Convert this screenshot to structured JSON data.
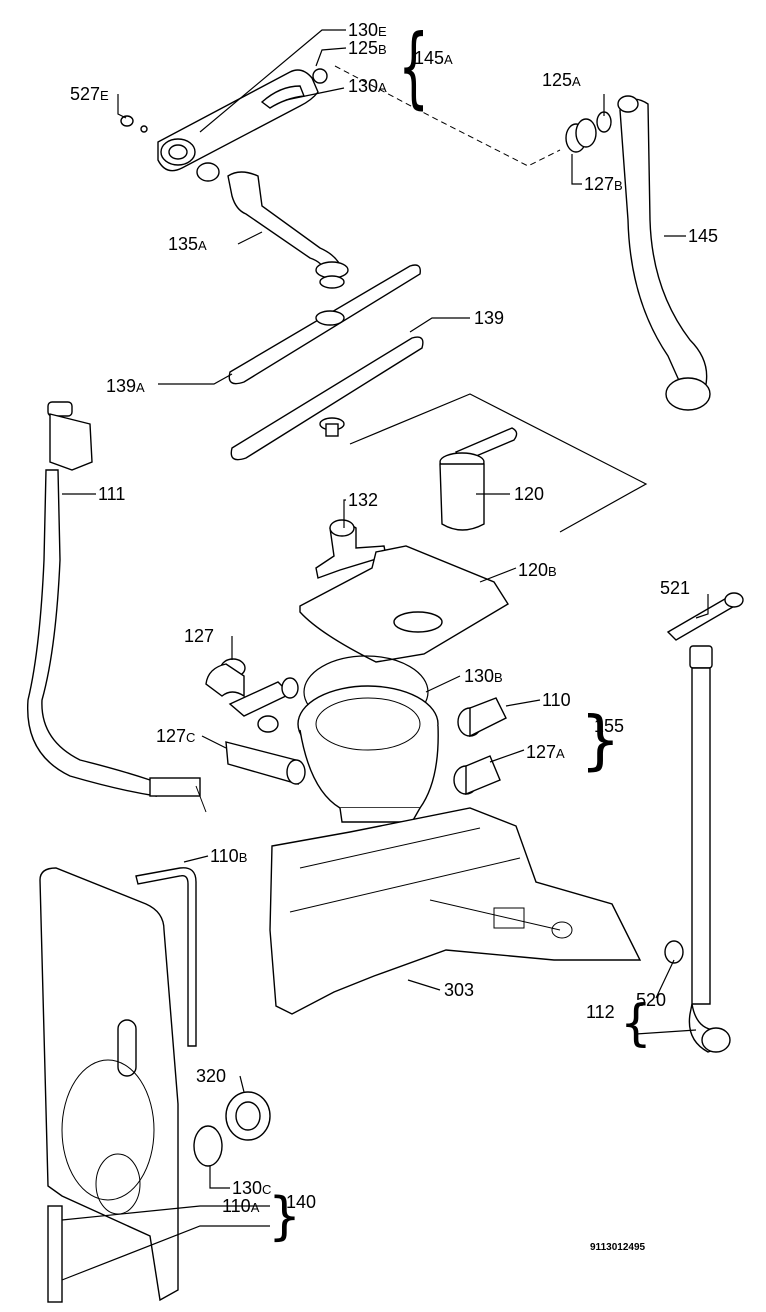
{
  "labels": [
    {
      "id": "130e",
      "num": "130",
      "suf": "E"
    },
    {
      "id": "125b",
      "num": "125",
      "suf": "B"
    },
    {
      "id": "145a",
      "num": "145",
      "suf": "A"
    },
    {
      "id": "527e",
      "num": "527",
      "suf": "E"
    },
    {
      "id": "130a",
      "num": "130",
      "suf": "A"
    },
    {
      "id": "125a",
      "num": "125",
      "suf": "A"
    },
    {
      "id": "127b",
      "num": "127",
      "suf": "B"
    },
    {
      "id": "145",
      "num": "145",
      "suf": ""
    },
    {
      "id": "135a",
      "num": "135",
      "suf": "A"
    },
    {
      "id": "139",
      "num": "139",
      "suf": ""
    },
    {
      "id": "139a",
      "num": "139",
      "suf": "A"
    },
    {
      "id": "111",
      "num": "111",
      "suf": ""
    },
    {
      "id": "120",
      "num": "120",
      "suf": ""
    },
    {
      "id": "132",
      "num": "132",
      "suf": ""
    },
    {
      "id": "120b",
      "num": "120",
      "suf": "B"
    },
    {
      "id": "521",
      "num": "521",
      "suf": ""
    },
    {
      "id": "127",
      "num": "127",
      "suf": ""
    },
    {
      "id": "130b",
      "num": "130",
      "suf": "B"
    },
    {
      "id": "110",
      "num": "110",
      "suf": ""
    },
    {
      "id": "155",
      "num": "155",
      "suf": ""
    },
    {
      "id": "127c",
      "num": "127",
      "suf": "C"
    },
    {
      "id": "127a",
      "num": "127",
      "suf": "A"
    },
    {
      "id": "110b",
      "num": "110",
      "suf": "B"
    },
    {
      "id": "303",
      "num": "303",
      "suf": ""
    },
    {
      "id": "520",
      "num": "520",
      "suf": ""
    },
    {
      "id": "112",
      "num": "112",
      "suf": ""
    },
    {
      "id": "320",
      "num": "320",
      "suf": ""
    },
    {
      "id": "130c",
      "num": "130",
      "suf": "C"
    },
    {
      "id": "140",
      "num": "140",
      "suf": ""
    },
    {
      "id": "110a",
      "num": "110",
      "suf": "A"
    }
  ],
  "drawing_code": "9113012495"
}
